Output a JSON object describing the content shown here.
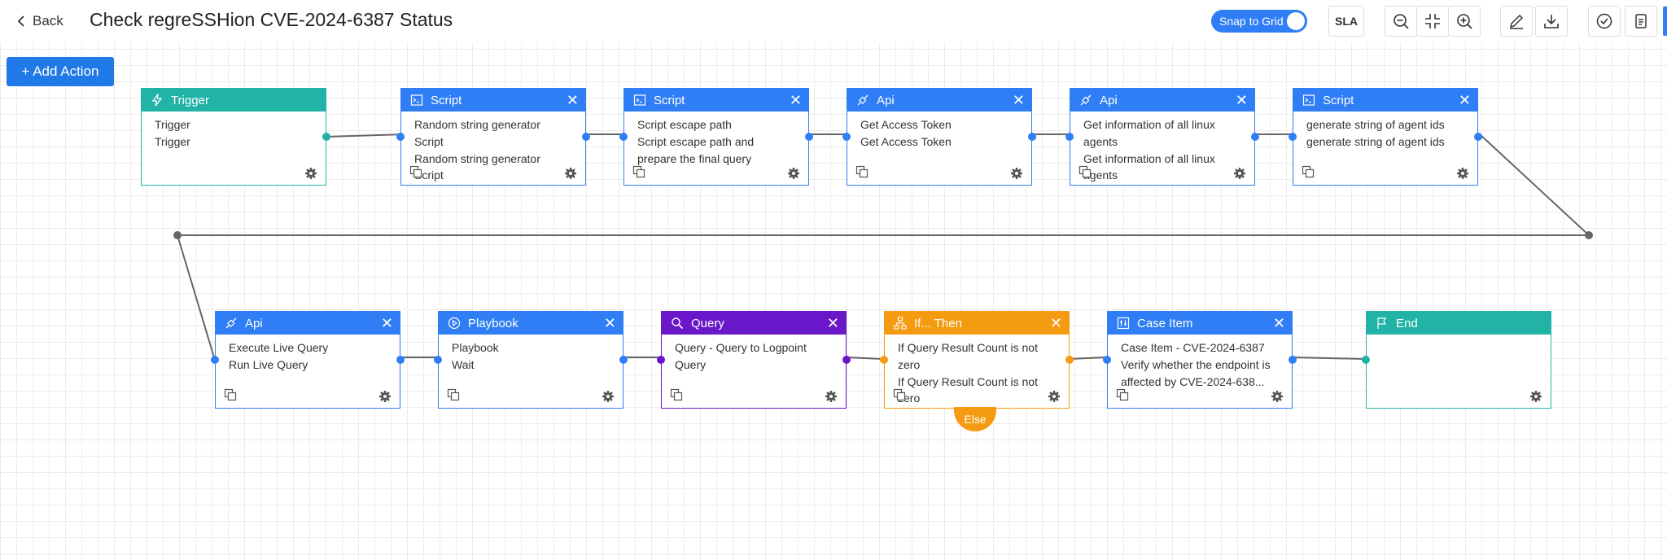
{
  "header": {
    "back_label": "Back",
    "title": "Check regreSSHion CVE-2024-6387 Status",
    "snap_to_grid_label": "Snap to Grid",
    "snap_to_grid_on": true,
    "sla_label": "SLA"
  },
  "toolbar_icons": [
    "zoom-out-icon",
    "fit-screen-icon",
    "zoom-in-icon",
    "edit-icon",
    "download-icon",
    "check-circle-icon",
    "document-icon"
  ],
  "add_action_label": "+ Add Action",
  "colors": {
    "primary": "#2f7ef5",
    "teal": "#20b3a6",
    "purple": "#6a16c9",
    "orange": "#f59b12"
  },
  "nodes": {
    "trigger": {
      "type": "Trigger",
      "lines": [
        "Trigger",
        "Trigger"
      ]
    },
    "script1": {
      "type": "Script",
      "lines": [
        "Random string generator",
        "Script",
        "Random string generator",
        "Script"
      ]
    },
    "script2": {
      "type": "Script",
      "lines": [
        "Script escape path",
        "Script escape path and",
        "prepare the final query"
      ]
    },
    "api1": {
      "type": "Api",
      "lines": [
        "Get Access Token",
        "Get Access Token"
      ]
    },
    "api2": {
      "type": "Api",
      "lines": [
        "Get information of all linux",
        "agents",
        "Get information of all linux",
        "agents"
      ]
    },
    "script3": {
      "type": "Script",
      "lines": [
        "generate string of agent ids",
        "generate string of agent ids"
      ]
    },
    "api3": {
      "type": "Api",
      "lines": [
        "Execute Live Query",
        "Run Live Query"
      ]
    },
    "playbook": {
      "type": "Playbook",
      "lines": [
        "Playbook",
        "Wait"
      ]
    },
    "query": {
      "type": "Query",
      "lines": [
        "Query - Query to Logpoint",
        "Query"
      ]
    },
    "ifthen": {
      "type": "If... Then",
      "lines": [
        "If Query Result Count is not",
        "zero",
        "If Query Result Count is not",
        "zero"
      ]
    },
    "caseitem": {
      "type": "Case Item",
      "lines": [
        "Case Item - CVE-2024-6387",
        "Verify whether the endpoint is",
        "affected by CVE-2024-638..."
      ]
    },
    "end": {
      "type": "End",
      "lines": []
    }
  },
  "else_label": "Else"
}
